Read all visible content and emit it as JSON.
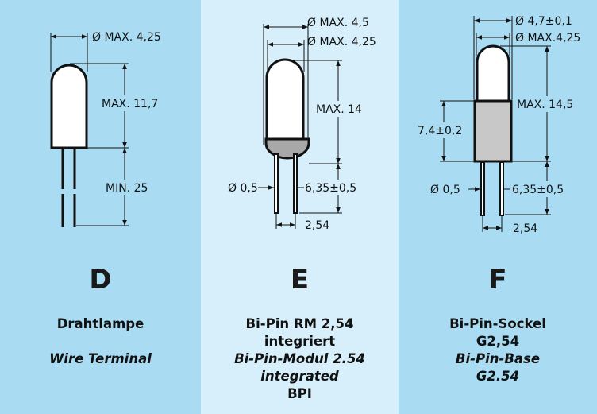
{
  "panels": [
    {
      "letter": "D",
      "dims": {
        "d1": "Ø MAX. 4,25",
        "len": "MAX. 11,7",
        "lead": "MIN. 25"
      },
      "lines": [
        {
          "text": "Drahtlampe",
          "italic": false
        },
        {
          "text": "",
          "italic": false
        },
        {
          "text": "Wire Terminal",
          "italic": true
        }
      ]
    },
    {
      "letter": "E",
      "dims": {
        "d1": "Ø MAX. 4,5",
        "d2": "Ø MAX. 4,25",
        "len": "MAX. 14",
        "pin": "Ø 0,5",
        "lead": "6,35±0,5",
        "pitch": "2,54"
      },
      "lines": [
        {
          "text": "Bi-Pin RM 2,54",
          "italic": false
        },
        {
          "text": "integriert",
          "italic": false
        },
        {
          "text": "Bi-Pin-Modul 2.54",
          "italic": true
        },
        {
          "text": "integrated",
          "italic": true
        },
        {
          "text": "BPI",
          "italic": false
        }
      ]
    },
    {
      "letter": "F",
      "dims": {
        "d1": "Ø 4,7±0,1",
        "d2": "Ø MAX.4,25",
        "len": "MAX. 14,5",
        "base": "7,4±0,2",
        "pin": "Ø 0,5",
        "lead": "6,35±0,5",
        "pitch": "2,54"
      },
      "lines": [
        {
          "text": "Bi-Pin-Sockel",
          "italic": false
        },
        {
          "text": "G2,54",
          "italic": false
        },
        {
          "text": "Bi-Pin-Base",
          "italic": true
        },
        {
          "text": "G2.54",
          "italic": true
        }
      ]
    }
  ]
}
